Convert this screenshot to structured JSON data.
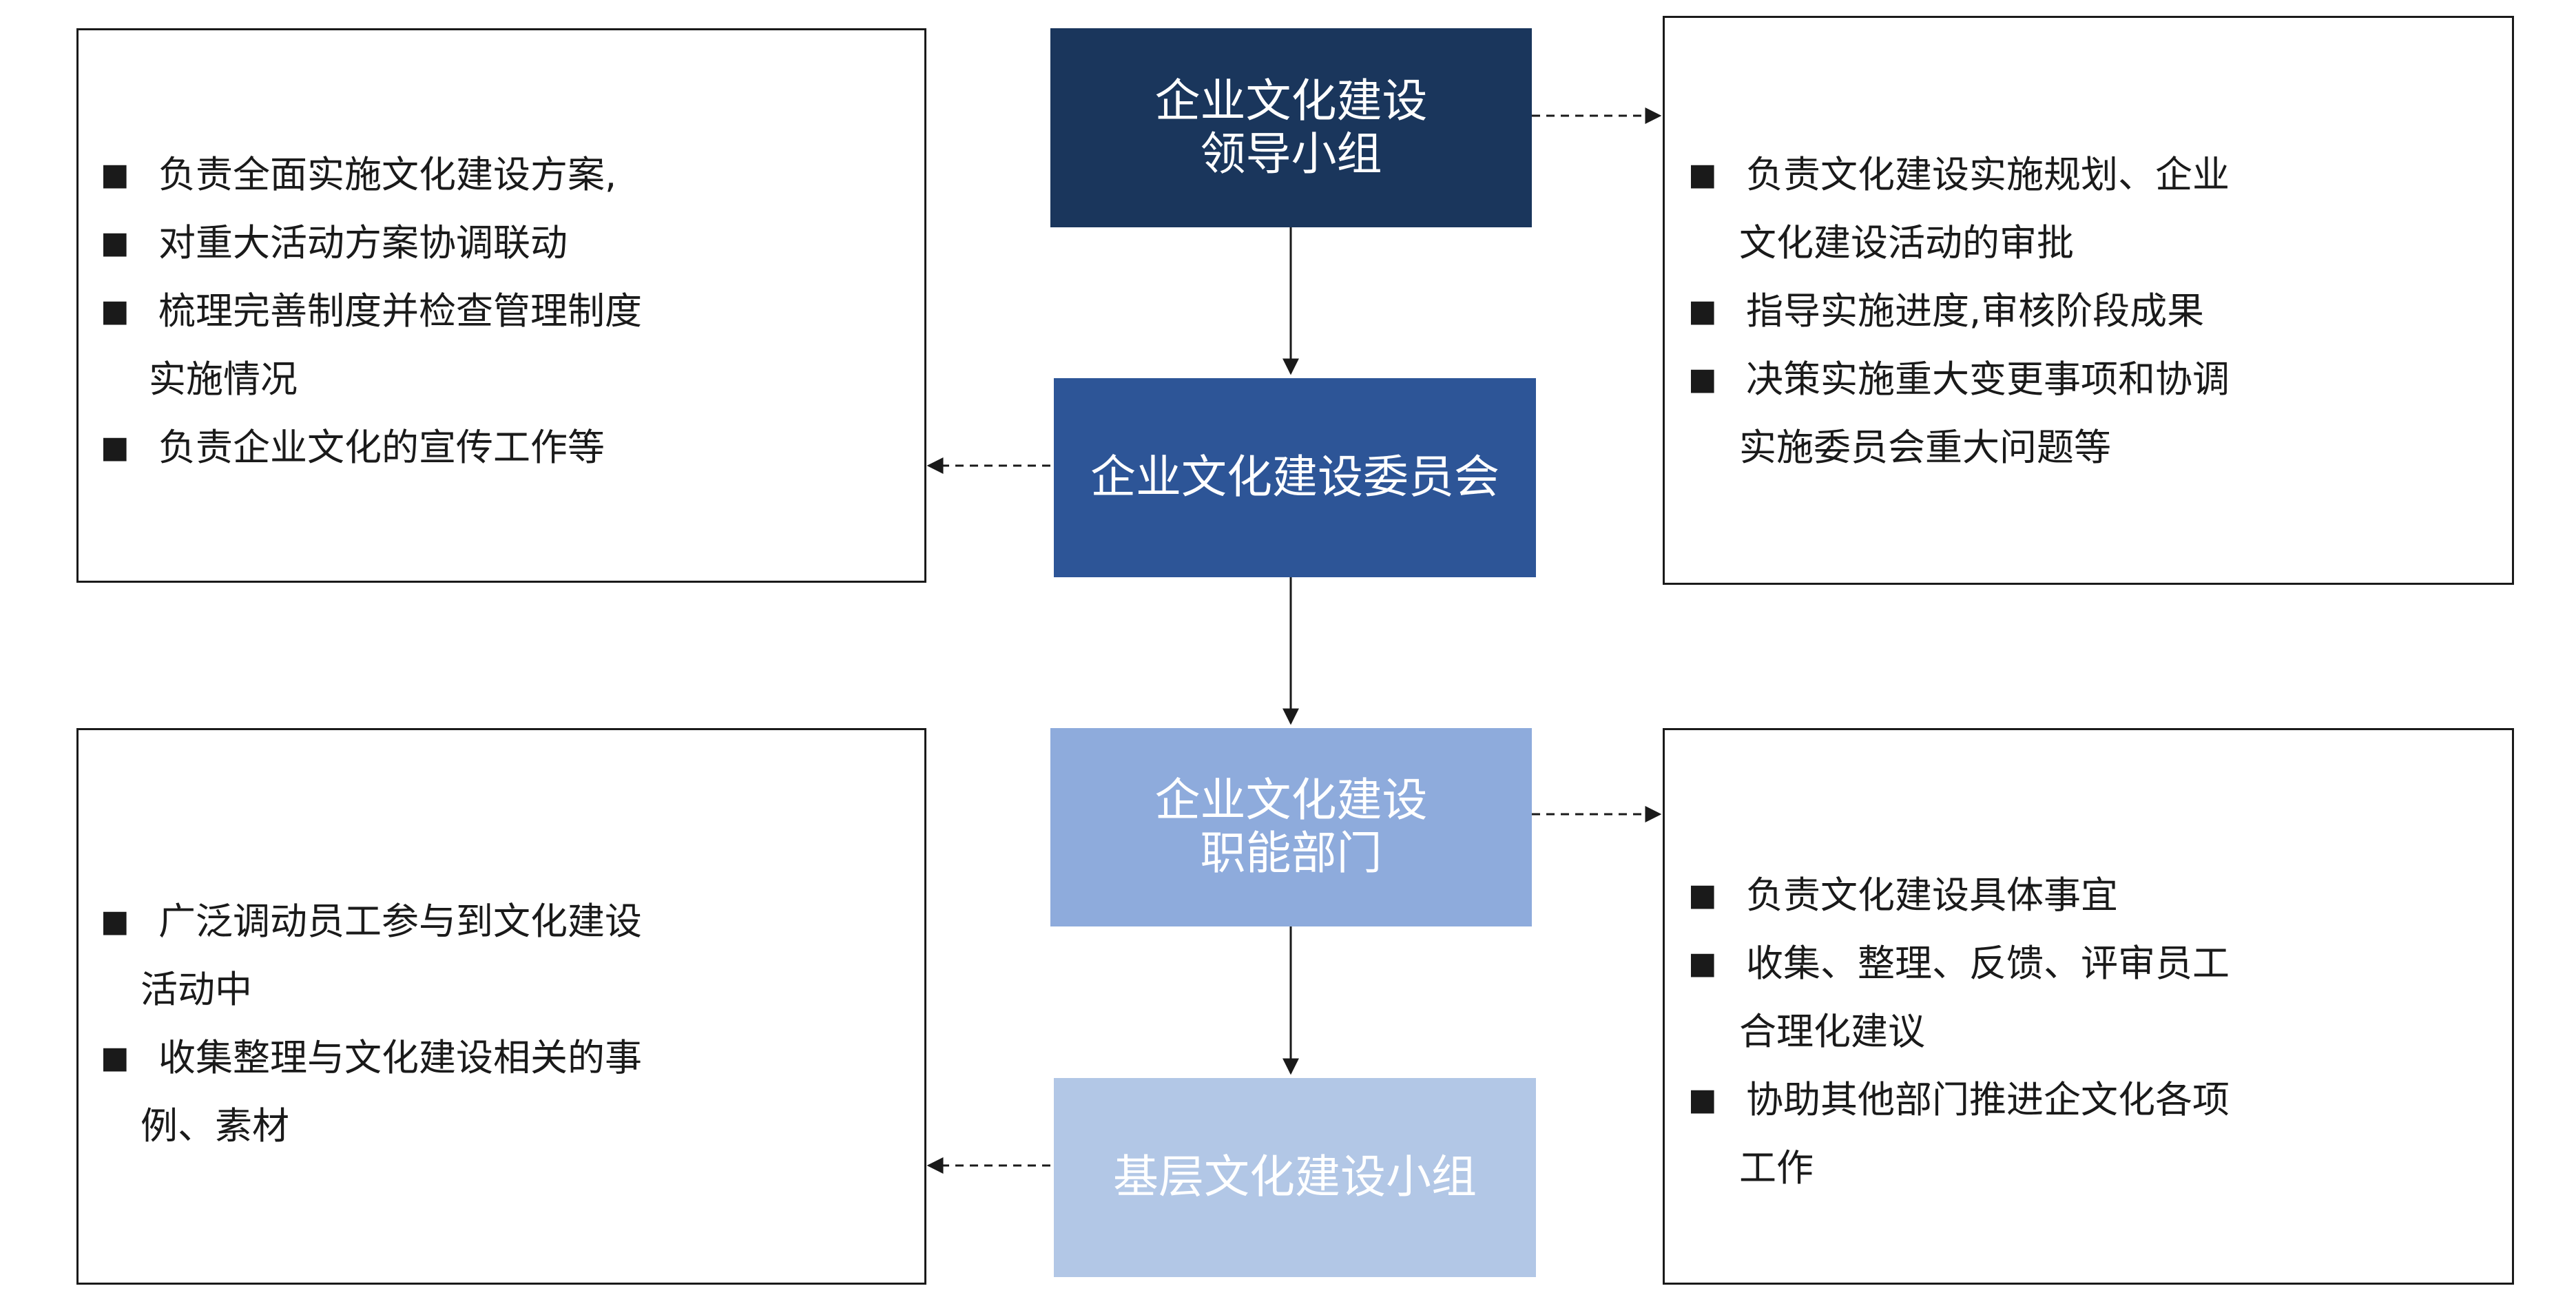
{
  "colors": {
    "level1": "#1a365c",
    "level2": "#2d5597",
    "level3": "#8eabdc",
    "level4": "#b2c7e6",
    "line": "#1a1a1a"
  },
  "hierarchy": [
    {
      "lines": [
        "企业文化建设",
        "领导小组"
      ]
    },
    {
      "lines": [
        "企业文化建设委员会"
      ]
    },
    {
      "lines": [
        "企业文化建设",
        "职能部门"
      ]
    },
    {
      "lines": [
        "基层文化建设小组"
      ]
    }
  ],
  "responsibilities": {
    "leadership_group": [
      [
        "负责文化建设实施规划、企业",
        "文化建设活动的审批"
      ],
      [
        "指导实施进度,审核阶段成果"
      ],
      [
        "决策实施重大变更事项和协调",
        "实施委员会重大问题等"
      ]
    ],
    "committee": [
      [
        "负责全面实施文化建设方案,"
      ],
      [
        "对重大活动方案协调联动"
      ],
      [
        "梳理完善制度并检查管理制度",
        "实施情况"
      ],
      [
        "负责企业文化的宣传工作等"
      ]
    ],
    "functional_department": [
      [
        "负责文化建设具体事宜"
      ],
      [
        "收集、整理、反馈、评审员工",
        "合理化建议"
      ],
      [
        "协助其他部门推进企文化各项",
        "工作"
      ]
    ],
    "grassroots_group": [
      [
        "广泛调动员工参与到文化建设",
        "活动中"
      ],
      [
        "收集整理与文化建设相关的事",
        "例、素材"
      ]
    ]
  },
  "bullet_glyph": "■"
}
